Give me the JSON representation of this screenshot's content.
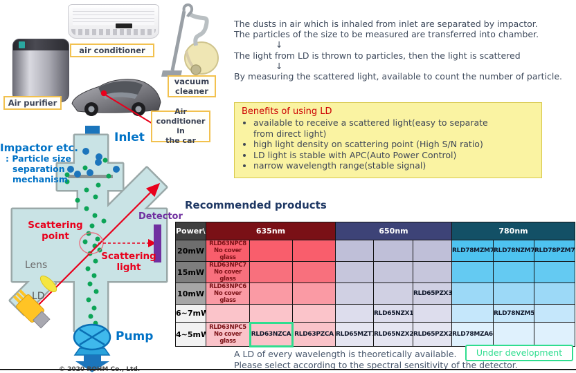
{
  "appliances": {
    "air_purifier_label": "Air purifier",
    "air_conditioner_label": "air conditioner",
    "vacuum_label_lines": [
      "vacuum",
      "cleaner"
    ],
    "car_ac_label_lines": [
      "Air",
      "conditioner in",
      "the car"
    ]
  },
  "diagram": {
    "inlet_label": "Inlet",
    "impactor_title": "Impactor etc.",
    "impactor_sub": [
      ": Particle size",
      "separation",
      "mechanism"
    ],
    "scattering_point_lines": [
      "Scattering",
      "point"
    ],
    "scattering_light_lines": [
      "Scattering",
      "light"
    ],
    "detector_label": "Detector",
    "lens_label": "Lens",
    "ld_label": "LD",
    "pump_label": "Pump"
  },
  "description": {
    "arrow_char": "↓",
    "lines": [
      "The dusts in air which is inhaled from inlet are separated by impactor.",
      "The particles of the size to be measured are transferred into chamber.",
      "The light from LD is thrown to particles, then the light is scattered",
      "By measuring the scattered light, available to count the number of particle."
    ]
  },
  "benefits": {
    "title": "Benefits of using LD",
    "items": [
      {
        "lines": [
          "available to receive a scattered light(easy to separate",
          "from direct light)"
        ]
      },
      {
        "lines": [
          "high light density on scattering point (High S/N ratio)"
        ]
      },
      {
        "lines": [
          "LD light is stable with APC(Auto Power Control)"
        ]
      },
      {
        "lines": [
          "narrow wavelength range(stable signal)"
        ]
      }
    ]
  },
  "products": {
    "title": "Recommended products",
    "corner": "Power\\λ",
    "bands": [
      "635nm",
      "650nm",
      "780nm"
    ],
    "rows": [
      {
        "power": "20mW",
        "cells": [
          {
            "t": "RLD63NPC8",
            "s": "No cover glass"
          },
          {},
          {},
          {},
          {},
          {},
          {
            "t": "RLD78MZM7"
          },
          {
            "t": "RLD78NZM7"
          },
          {
            "t": "RLD78PZM7"
          }
        ]
      },
      {
        "power": "15mW",
        "cells": [
          {
            "t": "RLD63NPC7",
            "s": "No cover glass"
          },
          {},
          {},
          {},
          {},
          {},
          {},
          {},
          {}
        ]
      },
      {
        "power": "10mW",
        "cells": [
          {
            "t": "RLD63NPC6",
            "s": "No cover glass"
          },
          {},
          {},
          {},
          {},
          {
            "t": "RLD65PZX3"
          },
          {},
          {},
          {}
        ]
      },
      {
        "power": "6~7mW",
        "cells": [
          {},
          {},
          {},
          {},
          {
            "t": "RLD65NZX1"
          },
          {},
          {},
          {
            "t": "RLD78NZM5"
          },
          {}
        ]
      },
      {
        "power": "4~5mW",
        "cells": [
          {
            "t": "RLD63NPC5",
            "s": "No cover glass"
          },
          {
            "t": "RLD63NZCA"
          },
          {
            "t": "RLD63PZCA"
          },
          {
            "t": "RLD65MZT7"
          },
          {
            "t": "RLD65NZX2"
          },
          {
            "t": "RLD65PZX2"
          },
          {
            "t": "RLD78MZA6"
          },
          {},
          {}
        ]
      }
    ],
    "legend": "Under development"
  },
  "footnote": {
    "lines": [
      "A LD of every wavelength is theoretically available.",
      "Please select according to the spectral sensitivity of the detector."
    ]
  },
  "footer": {
    "copyright_partial": "© 2020 ROHM Co., Ltd."
  },
  "colors": {
    "accent_blue": "#0072c6",
    "accent_red": "#e8001c",
    "detector_purple": "#7030a0",
    "band_635": "#7a1016",
    "band_650": "#3d4377",
    "band_780": "#135066",
    "highlight_green": "#2fdd8f",
    "benefits_bg": "#faf3a2"
  }
}
